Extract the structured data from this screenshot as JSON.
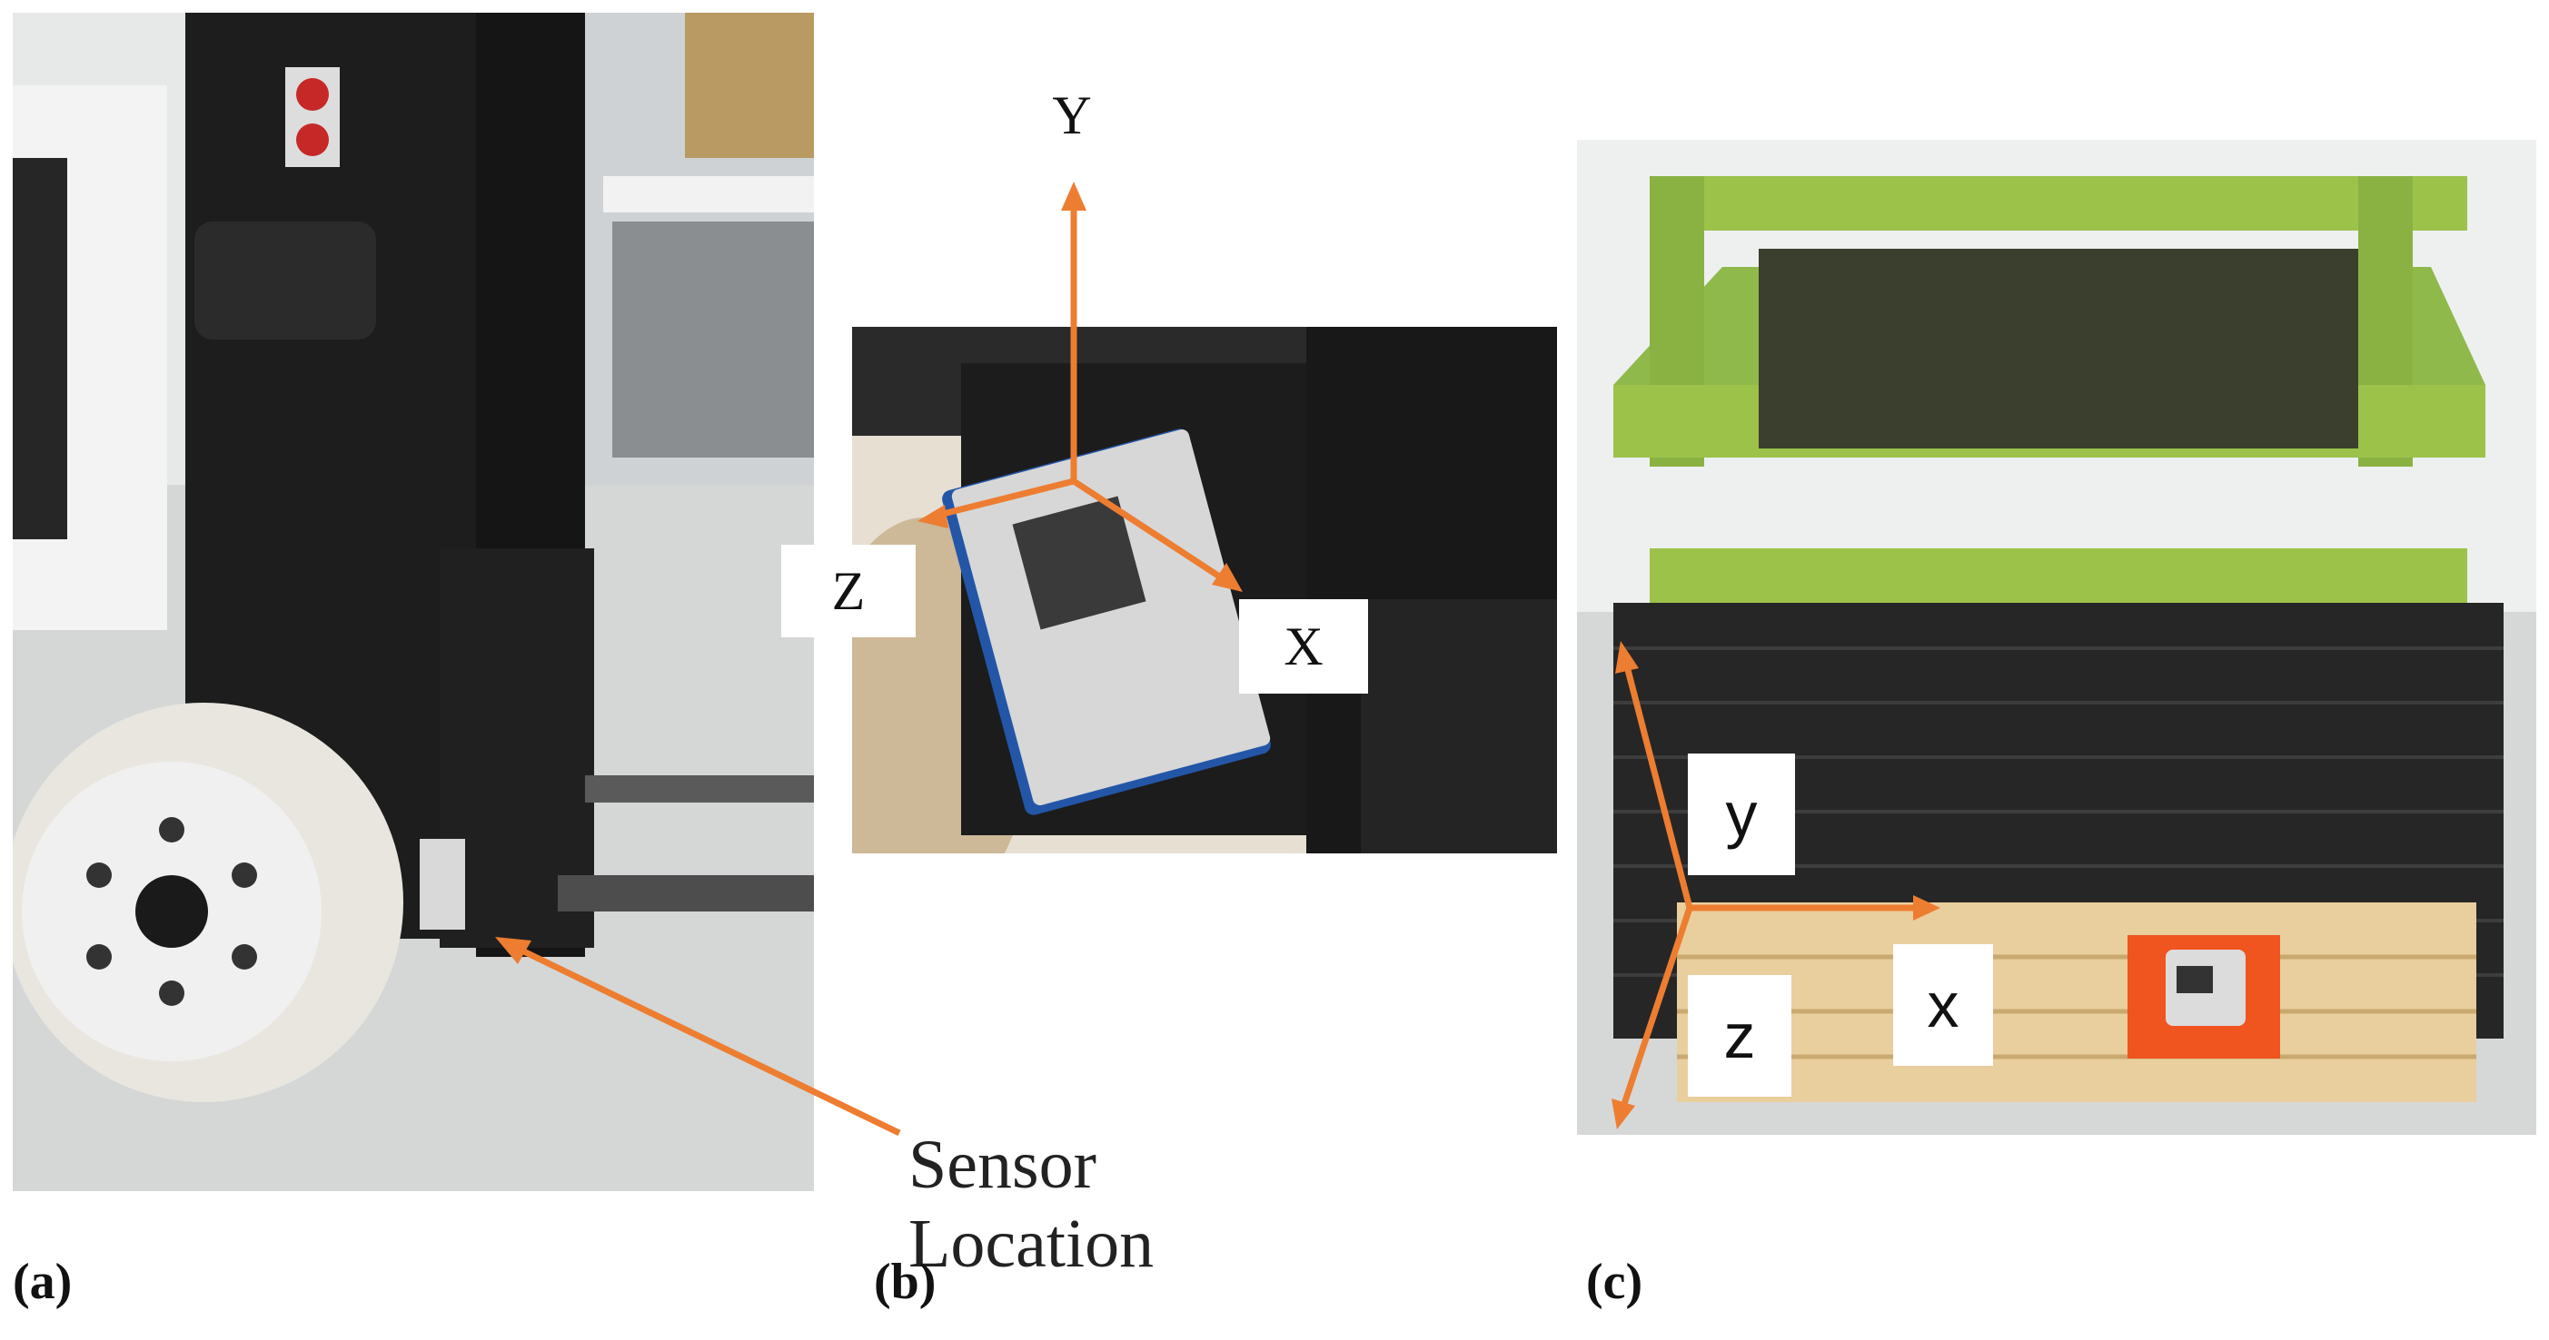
{
  "panel_a": {
    "annotation": "Sensor Location",
    "caption": "(a)"
  },
  "panel_b": {
    "axis_y": "Y",
    "axis_z": "Z",
    "axis_x": "X",
    "caption": "(b)"
  },
  "panel_c": {
    "axis_y": "y",
    "axis_x": "x",
    "axis_z": "z",
    "caption": "(c)"
  },
  "colors": {
    "arrow": "#ed7d31",
    "forklift_black": "#1a1a1a",
    "floor": "#d4d7d6",
    "frame_green": "#9cc24a",
    "wood": "#e9cf9e"
  }
}
